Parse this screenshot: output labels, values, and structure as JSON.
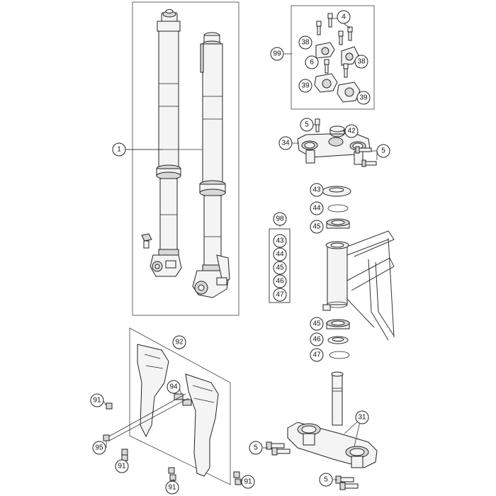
{
  "callouts": {
    "c1": "1",
    "c4": "4",
    "c38a": "38",
    "c38b": "38",
    "c99": "99",
    "c6": "6",
    "c39a": "39",
    "c39b": "39",
    "c5a": "5",
    "c42": "42",
    "c34": "34",
    "c5b": "5",
    "c43": "43",
    "c44": "44",
    "c45": "45",
    "c98": "98",
    "c98_43": "43",
    "c98_44": "44",
    "c98_45": "45",
    "c98_46": "46",
    "c98_47": "47",
    "c45b": "45",
    "c46": "46",
    "c47": "47",
    "c92": "92",
    "c94": "94",
    "c91a": "91",
    "c95": "95",
    "c91b": "91",
    "c91c": "91",
    "c91d": "91",
    "c31": "31",
    "c5c": "5",
    "c5d": "5"
  }
}
